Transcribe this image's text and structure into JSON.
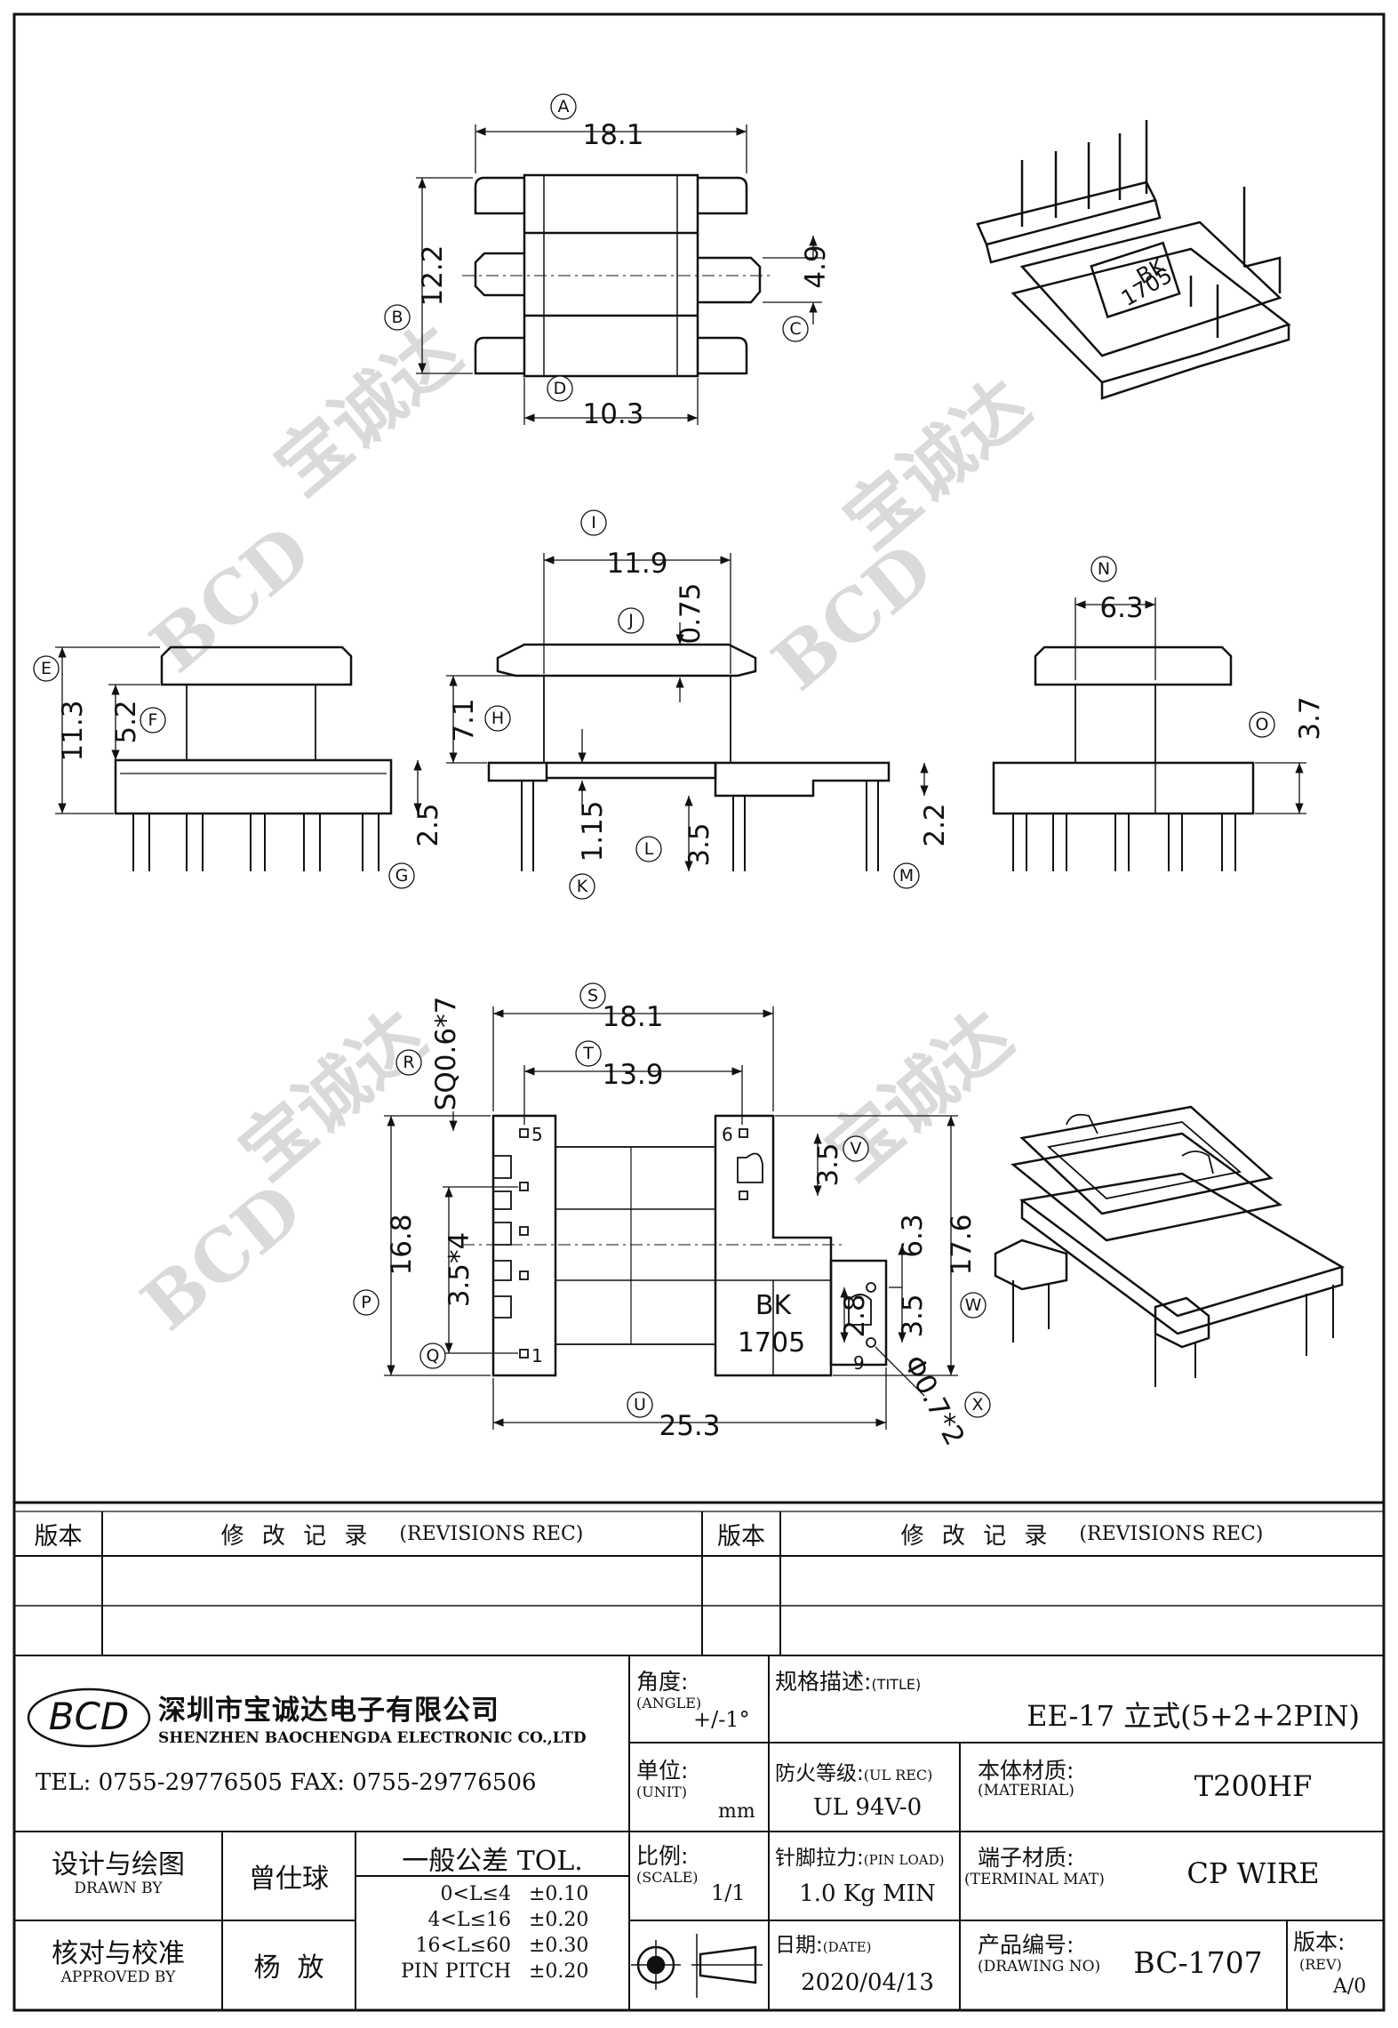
{
  "watermark": {
    "text": "宝诚达",
    "logo": "BCD"
  },
  "views": {
    "top": {
      "dims": {
        "width": "18.1",
        "height": "12.2",
        "pin_gap": "4.9",
        "inner": "10.3"
      },
      "labels": {
        "a": "A",
        "b": "B",
        "c": "C",
        "d": "D"
      }
    },
    "front_left": {
      "dims": {
        "total_h": "11.3",
        "step": "5.2",
        "pin": "2.5"
      },
      "labels": {
        "e": "E",
        "f": "F",
        "g": "G"
      }
    },
    "front_mid": {
      "dims": {
        "width": "11.9",
        "flange": "0.75",
        "h": "7.1",
        "base": "1.15",
        "pin": "3.5",
        "step": "2.2"
      },
      "labels": {
        "i": "I",
        "j": "J",
        "h": "H",
        "k": "K",
        "l": "L",
        "m": "M"
      }
    },
    "side": {
      "dims": {
        "width": "6.3",
        "h": "3.7"
      },
      "labels": {
        "n": "N",
        "o": "O"
      }
    },
    "bottom": {
      "dims": {
        "sq": "SQ0.6*7",
        "outer": "18.1",
        "inner": "13.9",
        "span": "16.8",
        "pitch": "3.5*4",
        "v": "3.5",
        "b1": "6.3",
        "b2": "3.5",
        "h2": "2.8",
        "total": "17.6",
        "length": "25.3",
        "hole": "Φ0.7*2"
      },
      "labels": {
        "r": "R",
        "s": "S",
        "t": "T",
        "p": "P",
        "q": "Q",
        "u": "U",
        "v": "V",
        "w": "W",
        "x": "X"
      },
      "pins": {
        "p5": "5",
        "p1": "1",
        "p6": "6",
        "p9": "9"
      },
      "marking": {
        "line1": "BK",
        "line2": "1705"
      }
    },
    "iso": {
      "marking_line1": "BK",
      "marking_line2": "1705"
    }
  },
  "revision_table": {
    "version_header": "版本",
    "revisions_header_cn": "修 改 记 录",
    "revisions_header_en": "(REVISIONS REC)"
  },
  "title_block": {
    "company_logo": "BCD",
    "company_cn": "深圳市宝诚达电子有限公司",
    "company_en": "SHENZHEN BAOCHENGDA ELECTRONIC CO.,LTD",
    "tel_fax": "TEL: 0755-29776505  FAX: 0755-29776506",
    "angle_label": "角度:",
    "angle_label_en": "(ANGLE)",
    "angle_value": "+/-1°",
    "title_label": "规格描述:",
    "title_label_en": "(TITLE)",
    "title_value": "EE-17 立式(5+2+2PIN)",
    "unit_label": "单位:",
    "unit_label_en": "(UNIT)",
    "unit_value": "mm",
    "ul_label": "防火等级:",
    "ul_label_en": "(UL REC)",
    "ul_value": "UL 94V-0",
    "material_label": "本体材质:",
    "material_label_en": "(MATERIAL)",
    "material_value": "T200HF",
    "drawn_label": "设计与绘图",
    "drawn_label_en": "DRAWN BY",
    "drawn_value": "曾仕球",
    "tol_label": "一般公差  TOL.",
    "tol_rows": [
      {
        "range": "0<L≤4",
        "value": "±0.10"
      },
      {
        "range": "4<L≤16",
        "value": "±0.20"
      },
      {
        "range": "16<L≤60",
        "value": "±0.30"
      },
      {
        "range": "PIN PITCH",
        "value": "±0.20"
      }
    ],
    "scale_label": "比例:",
    "scale_label_en": "(SCALE)",
    "scale_value": "1/1",
    "pin_load_label": "针脚拉力:",
    "pin_load_label_en": "(PIN LOAD)",
    "pin_load_value": "1.0 Kg MIN",
    "terminal_label": "端子材质:",
    "terminal_label_en": "(TERMINAL MAT)",
    "terminal_value": "CP WIRE",
    "approved_label": "核对与校准",
    "approved_label_en": "APPROVED BY",
    "approved_value": "杨  放",
    "date_label": "日期:",
    "date_label_en": "(DATE)",
    "date_value": "2020/04/13",
    "drawing_no_label": "产品编号:",
    "drawing_no_label_en": "(DRAWING NO)",
    "drawing_no_value": "BC-1707",
    "rev_label": "版本:",
    "rev_label_en": "(REV)",
    "rev_value": "A/0"
  }
}
